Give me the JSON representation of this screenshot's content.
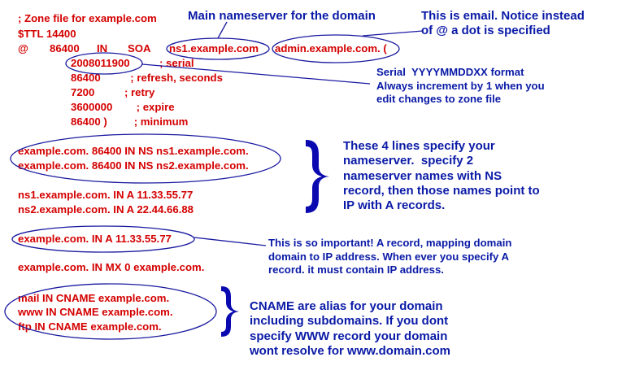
{
  "zone_file": {
    "comment": "; Zone file for example.com",
    "ttl": "$TTL 14400",
    "soa": {
      "origin": "@",
      "ttl": "86400",
      "class": "IN",
      "type": "SOA",
      "primary_ns": "ns1.example.com",
      "admin_email": "admin.example.com. ("
    },
    "serial_value": "2008011900",
    "serial_comment": "; serial",
    "refresh_line": "86400          ; refresh, seconds",
    "retry_line": "7200          ; retry",
    "expire_line": "3600000        ; expire",
    "minimum_line": "86400 )         ; minimum",
    "ns_record_1": "example.com. 86400 IN NS ns1.example.com.",
    "ns_record_2": "example.com. 86400 IN NS ns2.example.com.",
    "a_record_ns1": "ns1.example.com. IN A 11.33.55.77",
    "a_record_ns2": "ns2.example.com. IN A 22.44.66.88",
    "a_record_domain": "example.com. IN A 11.33.55.77",
    "mx_record": "example.com. IN MX 0 example.com.",
    "cname_mail": "mail IN CNAME example.com.",
    "cname_www": "www IN CNAME example.com.",
    "cname_ftp": "ftp IN CNAME example.com."
  },
  "annotations": {
    "main_nameserver": "Main nameserver for the domain",
    "email": "This is email. Notice instead\nof @ a dot is specified",
    "serial": "Serial  YYYYMMDDXX format\nAlways increment by 1 when you\nedit changes to zone file",
    "ns_lines": "These 4 lines specify your\nnameserver.  specify 2\nnameserver names with NS\nrecord, then those names point to\nIP with A records.",
    "a_record": "This is so important! A record, mapping domain\ndomain to IP address. When ever you specify A\nrecord. it must contain IP address.",
    "cname": "CNAME are alias for your domain\nincluding subdomains. If you dont\nspecify WWW record your domain\nwont resolve for www.domain.com"
  },
  "colors": {
    "record_text": "#d40000",
    "annotation_text": "#0a1aa6",
    "outline": "#1a1aa0"
  }
}
